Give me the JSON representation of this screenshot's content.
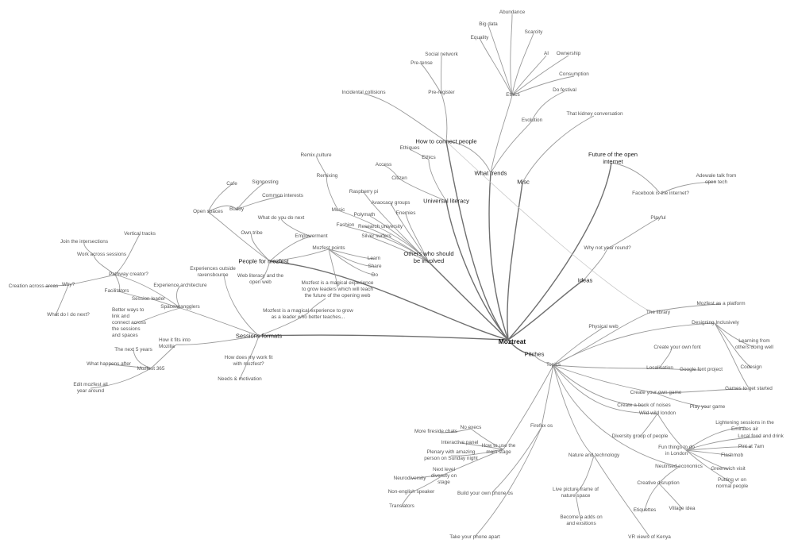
{
  "root": "Moztreat",
  "branches": {
    "connect": "How to connect people",
    "trends": "What trends",
    "misc": "Misc",
    "future": "Future of the open internet",
    "universal": "Universal literacy",
    "others": "Others who should be involved",
    "people": "People for mozfest",
    "sessions": "Sessions  formats",
    "ideas": "Ideas",
    "pitches": "Pitches"
  },
  "nodes": {
    "abundance": "Abundance",
    "big_data": "Big data",
    "scarcity": "Scarcity",
    "equality": "Equality",
    "ai": "AI",
    "ownership": "Ownership",
    "consumption": "Consumption",
    "ethics_top": "Ethics",
    "do_festival": "Do festival",
    "evolution": "Evolution",
    "kidney": "That kidney conversation",
    "social_network": "Social network",
    "pre_tense": "Pre-tense",
    "pre_register": "Pre-register",
    "incidental": "Incidental collisions",
    "ethiques": "Ethiques",
    "ethics_mid": "Ethics",
    "access": "Access",
    "citizen": "Citizen",
    "adewale": "Adewale talk from open tech",
    "facebook": "Facebook is the internet?",
    "remix": "Remix culture",
    "remixing": "Remixing",
    "music": "Music",
    "fashion": "Fashion",
    "raspberry": "Raspberry pi",
    "avaocacy": "Avaocacy groups",
    "polymath": "Polymath",
    "enemies": "Enemies",
    "research_uni": "Research university",
    "silver": "Silver surfers",
    "cafe": "Cafe",
    "signposting": "Signposting",
    "common_interests": "Common interests",
    "open_spaces": "Open spaces",
    "buddy": "Buddy",
    "what_next": "What do you do next",
    "own_tribe": "Own tribe",
    "empowerment": "Empowerment",
    "mozfest_points": "Mozfest points",
    "learn": "Learn",
    "share": "Share",
    "do": "Do",
    "web_literacy": "Web literacy and the open web",
    "magical1": "Mozfest is a magical experience to grow leaders which will teach the future of the opening web",
    "magical2": "Mozfest is a magical experience to grow as a leader who better teaches...",
    "vertical_tracks": "Vertical tracks",
    "join_intersections": "Join the intersections",
    "work_across": "Work across sessions",
    "pathway": "Pathway creator?",
    "creation_across": "Creation across areas",
    "why": "Why?",
    "what_do_next": "What do I do next?",
    "facilitators": "Facilitators",
    "session_leader": "Session leader",
    "exp_outside": "Experiences outside ravensbourne",
    "exp_arch": "Experience architecture",
    "spacewrangglers": "Spacewrangglers",
    "better_ways": "Better ways to link and connect across the sessions and spaces",
    "how_fits": "How it fits into Mozilla",
    "next5": "The next 5 years",
    "what_happens": "What happens after",
    "mozfest365": "Mozfest 365",
    "edit_mozfest": "Edit mozfest all year around",
    "how_work_fit": "How does my work fit with mozfest?",
    "needs": "Needs & motivation",
    "playful": "Playful",
    "why_not_year": "Why not year round?",
    "the_library": "The library",
    "mozfest_platform": "Mozfest as a platform",
    "physical_web": "Physical web",
    "designing_incl": "Designing Inclusively",
    "learning_others": "Learning from others doing well",
    "codesign": "Codesign",
    "games_start": "Games to get started",
    "create_font": "Create your own font",
    "google_font": "Google font project",
    "localisation": "Localisation",
    "topics": "Topics",
    "create_game": "Create your own game",
    "play_game": "Play your game",
    "book_noises": "Create a book of noises",
    "wild_london": "Wild wild london",
    "diversity_people": "Diversity group of people",
    "lightening": "Lightening sessions in the Emirates air",
    "local_food": "Local food and drink",
    "pint": "Pint at 7am",
    "flashmob": "Flashmob",
    "fun_london": "Fun things to do in London",
    "greenwich": "Greenwich visit",
    "neutrised": "Neutrised economics",
    "putting_vr": "Putting vr on normal people",
    "creative_disruption": "Creative disruption",
    "etiquettes": "Etiquettes",
    "village_idea": "Village idea",
    "nature_tech": "Nature and technology",
    "live_picture": "Live picture frame of nature space",
    "become_adds": "Become a adds on and exsitions",
    "vr_kenya": "VR views of Kenya",
    "firefox_os": "Firefox os",
    "build_phone": "Build your own phone os",
    "take_phone": "Take your phone apart",
    "more_fireside": "More fireside chats",
    "no_execs": "No execs",
    "interactive_panel": "Interactive panel",
    "how_use_stage": "How to use the main stage",
    "plenary": "Plenary with amazing person on Sunday night",
    "next_level": "Next level diversity on stage",
    "neurodiversity": "Neurodiversity",
    "non_english": "Non-english speaker",
    "translators": "Translators"
  },
  "colors": {
    "edge": "#9a9a9a",
    "edge_thick": "#6f6f6f",
    "text": "#555555",
    "branch_text": "#222222"
  }
}
